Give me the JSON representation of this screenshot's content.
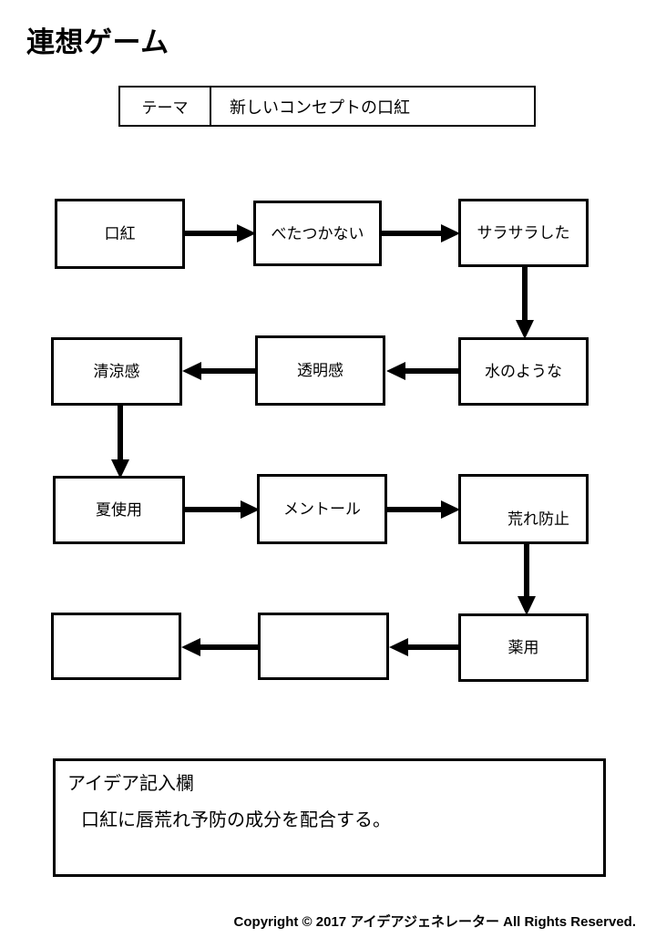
{
  "title": "連想ゲーム",
  "theme": {
    "label": "テーマ",
    "value": "新しいコンセプトの口紅"
  },
  "chain": {
    "nodes": [
      {
        "id": "node-1",
        "label": "口紅"
      },
      {
        "id": "node-2",
        "label": "べたつかない"
      },
      {
        "id": "node-3",
        "label": "サラサラした"
      },
      {
        "id": "node-4",
        "label": "水のような"
      },
      {
        "id": "node-5",
        "label": "透明感"
      },
      {
        "id": "node-6",
        "label": "清涼感"
      },
      {
        "id": "node-7",
        "label": "夏使用"
      },
      {
        "id": "node-8",
        "label": "メントール"
      },
      {
        "id": "node-9",
        "label": "荒れ防止"
      },
      {
        "id": "node-10",
        "label": "薬用"
      },
      {
        "id": "node-11",
        "label": ""
      },
      {
        "id": "node-12",
        "label": ""
      }
    ]
  },
  "idea": {
    "heading": "アイデア記入欄",
    "text": "口紅に唇荒れ予防の成分を配合する。"
  },
  "footer": {
    "copyright": "Copyright © 2017 アイデアジェネレーター All Rights Reserved."
  },
  "colors": {
    "ink": "#000000",
    "paper": "#ffffff"
  }
}
